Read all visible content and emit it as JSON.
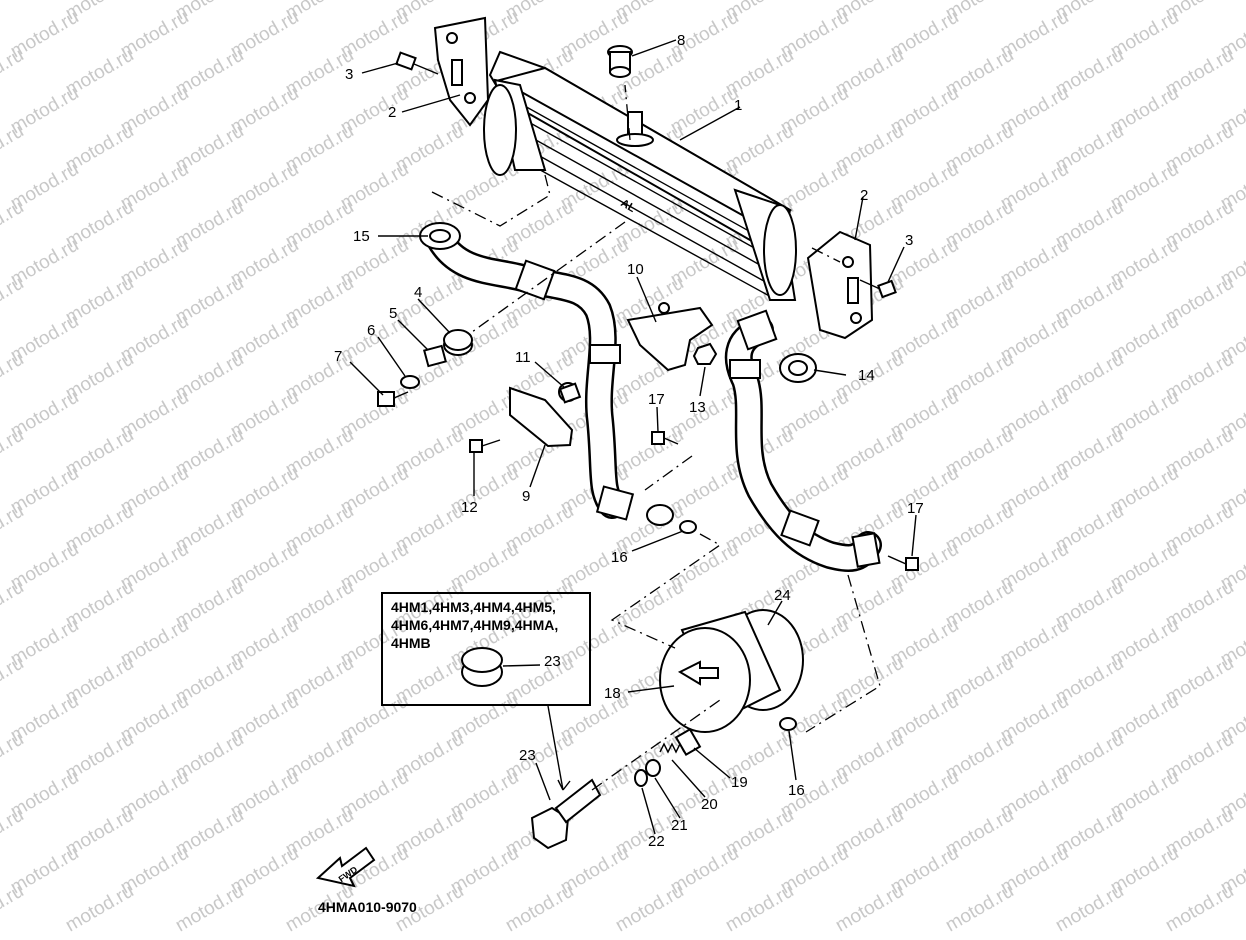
{
  "watermark": "motod.ru",
  "callouts": {
    "p1": "1",
    "p2a": "2",
    "p2b": "2",
    "p3a": "3",
    "p3b": "3",
    "p4": "4",
    "p5": "5",
    "p6": "6",
    "p7": "7",
    "p8": "8",
    "p9": "9",
    "p10": "10",
    "p11": "11",
    "p12": "12",
    "p13": "13",
    "p14": "14",
    "p15": "15",
    "p16a": "16",
    "p16b": "16",
    "p17a": "17",
    "p17b": "17",
    "p18": "18",
    "p19": "19",
    "p20": "20",
    "p21": "21",
    "p22": "22",
    "p23a": "23",
    "p23b": "23",
    "p24": "24"
  },
  "legend": {
    "lines": [
      "4HM1,4HM3,4HM4,4HM5,",
      "4HM6,4HM7,4HM9,4HMA,",
      "4HMB"
    ]
  },
  "front_arrow_label": "FWD",
  "diagram_code": "4HMA010-9070"
}
